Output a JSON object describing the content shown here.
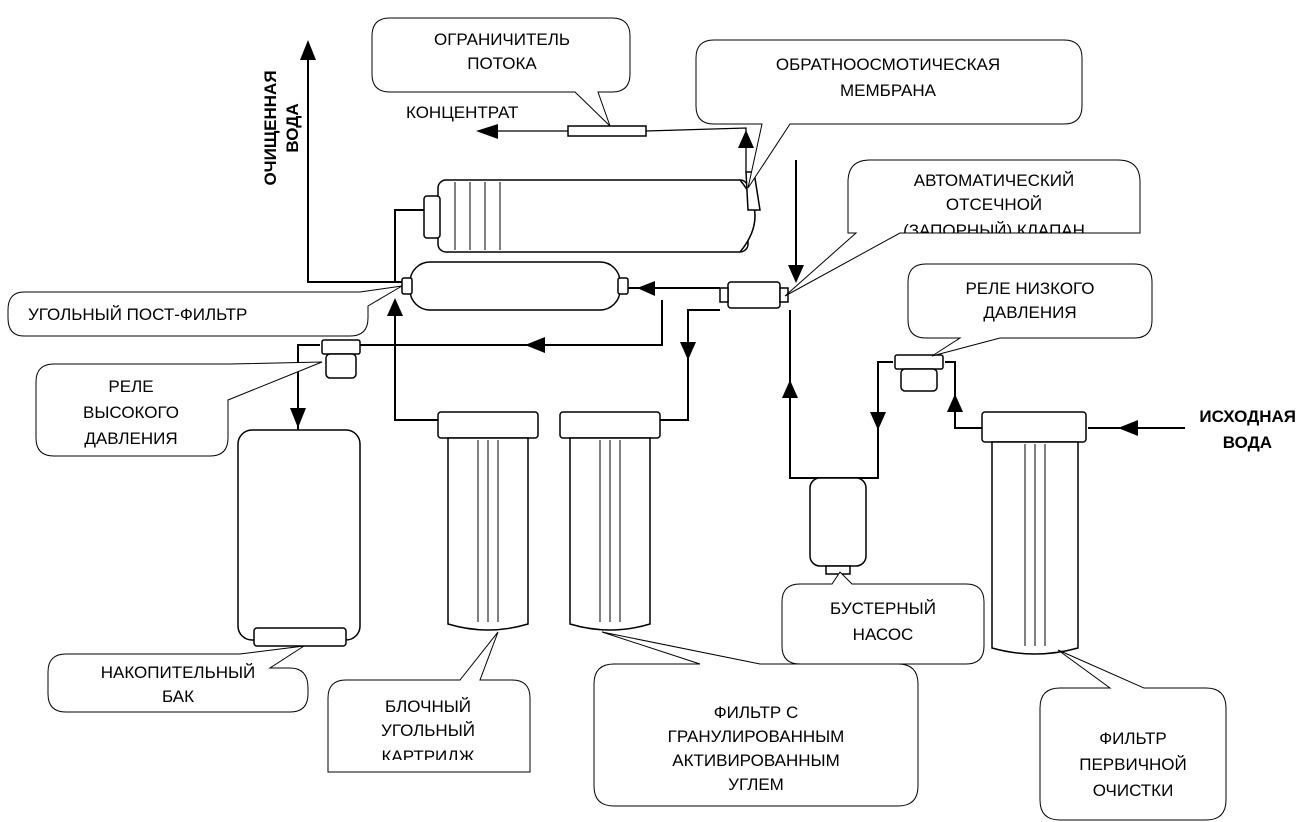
{
  "labels": {
    "purified_water": [
      "ОЧИЩЕННАЯ",
      "ВОДА"
    ],
    "flow_restrictor": [
      "ОГРАНИЧИТЕЛЬ",
      "ПОТОКА"
    ],
    "concentrate": "КОНЦЕНТРАТ",
    "ro_membrane": [
      "ОБРАТНООСМОТИЧЕСКАЯ",
      "МЕМБРАНА"
    ],
    "auto_shutoff_valve": [
      "АВТОМАТИЧЕСКИЙ",
      "ОТСЕЧНОЙ",
      "(ЗАПОРНЫЙ) КЛАПАН"
    ],
    "carbon_postfilter": "УГОЛЬНЫЙ ПОСТ-ФИЛЬТР",
    "low_pressure_switch": [
      "РЕЛЕ НИЗКОГО",
      "ДАВЛЕНИЯ"
    ],
    "high_pressure_switch": [
      "РЕЛЕ",
      "ВЫСОКОГО",
      "ДАВЛЕНИЯ"
    ],
    "source_water": [
      "ИСХОДНАЯ",
      "ВОДА"
    ],
    "storage_tank": [
      "НАКОПИТЕЛЬНЫЙ",
      "БАК"
    ],
    "carbon_block": [
      "БЛОЧНЫЙ",
      "УГОЛЬНЫЙ",
      "КАРТРИДЖ"
    ],
    "gac_filter": [
      "ФИЛЬТР С",
      "ГРАНУЛИРОВАННЫМ",
      "АКТИВИРОВАННЫМ",
      "УГЛЕМ"
    ],
    "booster_pump": [
      "БУСТЕРНЫЙ",
      "НАСОС"
    ],
    "prefilter": [
      "ФИЛЬТР",
      "ПЕРВИЧНОЙ",
      "ОЧИСТКИ"
    ]
  }
}
